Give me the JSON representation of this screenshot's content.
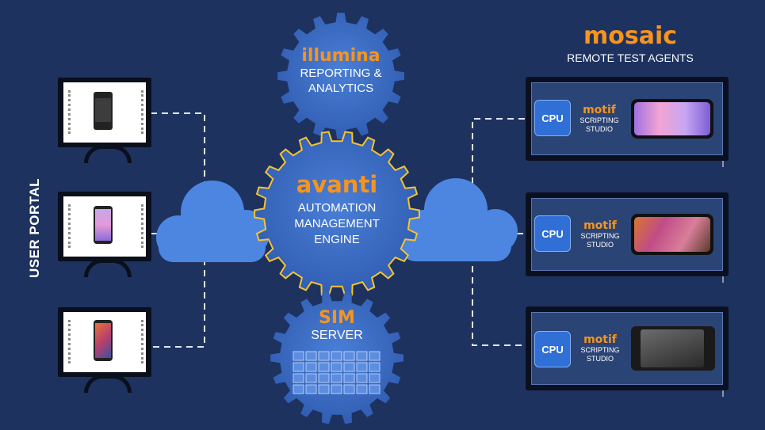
{
  "user_portal": {
    "label": "USER PORTAL"
  },
  "illumina": {
    "name": "illumina",
    "lines": [
      "REPORTING &",
      "ANALYTICS"
    ]
  },
  "avanti": {
    "name": "avanti",
    "lines": [
      "AUTOMATION",
      "MANAGEMENT",
      "ENGINE"
    ]
  },
  "sim": {
    "name": "SIM",
    "subtitle": "SERVER"
  },
  "mosaic": {
    "name": "mosaic",
    "subtitle": "REMOTE TEST AGENTS"
  },
  "agents": [
    {
      "cpu": "CPU",
      "motif": "motif",
      "studio_lines": [
        "SCRIPTING",
        "STUDIO"
      ]
    },
    {
      "cpu": "CPU",
      "motif": "motif",
      "studio_lines": [
        "SCRIPTING",
        "STUDIO"
      ]
    },
    {
      "cpu": "CPU",
      "motif": "motif",
      "studio_lines": [
        "SCRIPTING",
        "STUDIO"
      ]
    }
  ],
  "colors": {
    "background": "#1e3260",
    "gear": "#3a6cc4",
    "gear_center_outline": "#f4c430",
    "accent_orange": "#f7941d",
    "cloud": "#4d86e0"
  }
}
